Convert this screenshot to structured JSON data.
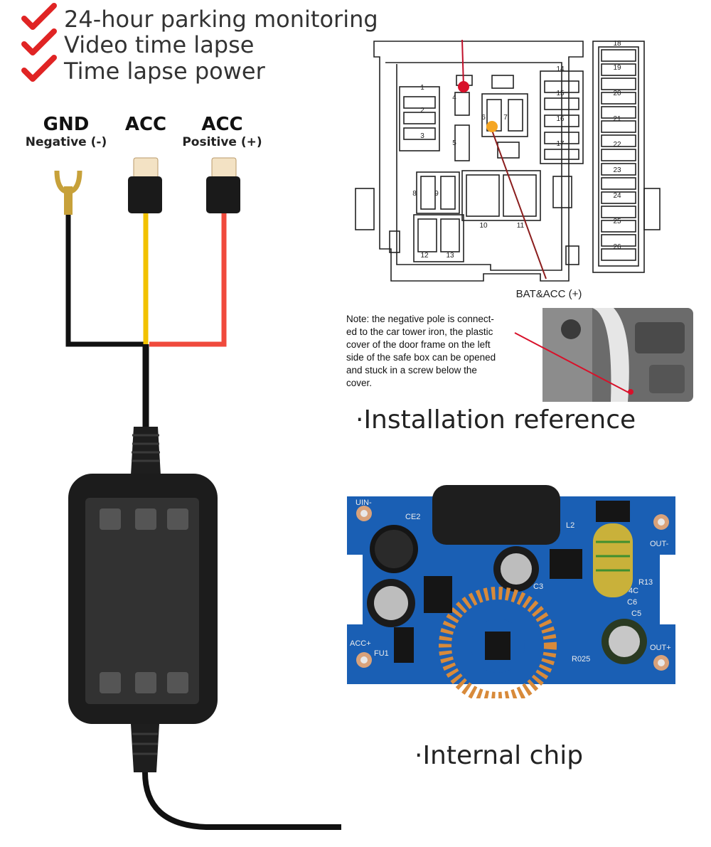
{
  "features": [
    {
      "icon": "check-icon",
      "text": "24-hour parking monitoring"
    },
    {
      "icon": "check-icon",
      "text": "Video time lapse"
    },
    {
      "icon": "check-icon",
      "text": "Time lapse power"
    }
  ],
  "wires": {
    "gnd": {
      "title": "GND",
      "subtitle": "Negative (-)",
      "color": "#111111"
    },
    "acc_mid": {
      "title": "ACC",
      "subtitle": "",
      "color": "#f2c200"
    },
    "acc_pos": {
      "title": "ACC",
      "subtitle": "Positive (+)",
      "color": "#f04a3c"
    }
  },
  "fusebox": {
    "labels": [
      "1",
      "2",
      "3",
      "4",
      "5",
      "6",
      "7",
      "8",
      "9",
      "10",
      "11",
      "12",
      "13",
      "14",
      "15",
      "16",
      "17",
      "18",
      "19",
      "20",
      "21",
      "22",
      "23",
      "24",
      "25",
      "26"
    ],
    "caption": "BAT&ACC (+)",
    "marker_colors": {
      "red": "#d8112a",
      "orange": "#f5a623"
    }
  },
  "note": {
    "lines": [
      "Note: the negative pole is connect-",
      "ed to the car tower iron, the plastic",
      "cover of the door frame on the left",
      "side of the safe box can be opened",
      "and stuck in a screw below the",
      "cover."
    ]
  },
  "sections": {
    "installation": "·Installation reference",
    "chip": "·Internal chip"
  },
  "pcb": {
    "labels": {
      "uin_minus": "UIN-",
      "ce2": "CE2",
      "l2": "L2",
      "out_minus": "OUT-",
      "r13": "R13",
      "c4": "4C",
      "c6": "C6",
      "c3": "C3",
      "c5": "C5",
      "acc_plus": "ACC+",
      "fu1": "FU1",
      "r025": "R025",
      "out_plus": "OUT+"
    },
    "board_color": "#1a5fb4"
  }
}
